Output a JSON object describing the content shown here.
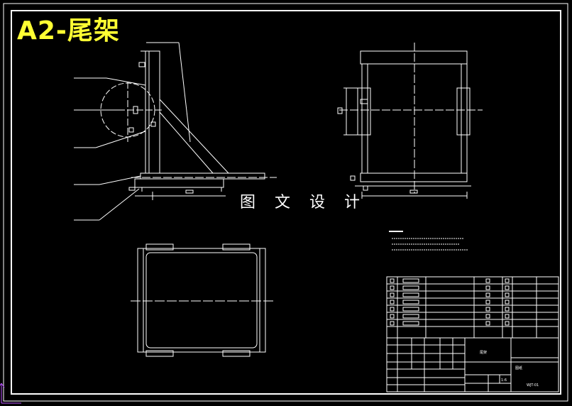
{
  "drawing": {
    "title": "A2-尾架",
    "watermark": "图 文 设 计",
    "colors": {
      "background": "#000000",
      "lines": "#ffffff",
      "title": "#ffff33"
    }
  },
  "views": [
    "front-view",
    "side-view",
    "top-view"
  ],
  "title_block": {
    "sheet_label": "图纸",
    "drawing_no": "WJT-01",
    "scale": "1:6",
    "part_name": "尾架"
  }
}
